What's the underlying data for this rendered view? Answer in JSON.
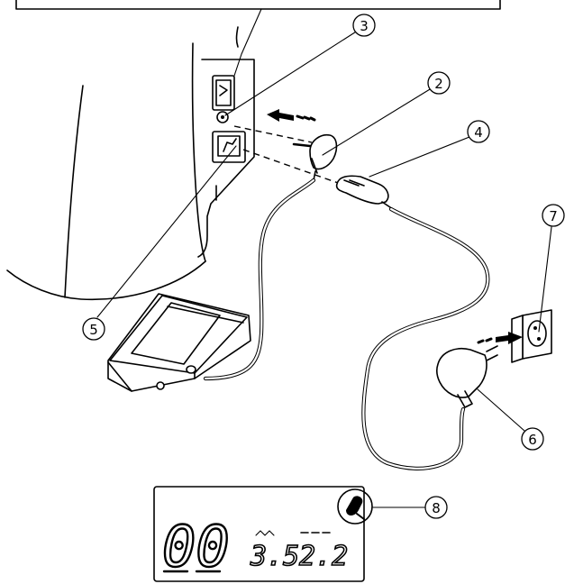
{
  "callouts": {
    "c2": "2",
    "c3": "3",
    "c4": "4",
    "c5": "5",
    "c6": "6",
    "c7": "7",
    "c8": "8"
  },
  "lcd": {
    "pattern_number": "00",
    "stitch_width": "3.5",
    "stitch_length": "2.2"
  },
  "icons": {
    "foot_control": "foot-control-pedal-icon",
    "lcd_symbol": "foot-control-indicator-icon"
  }
}
